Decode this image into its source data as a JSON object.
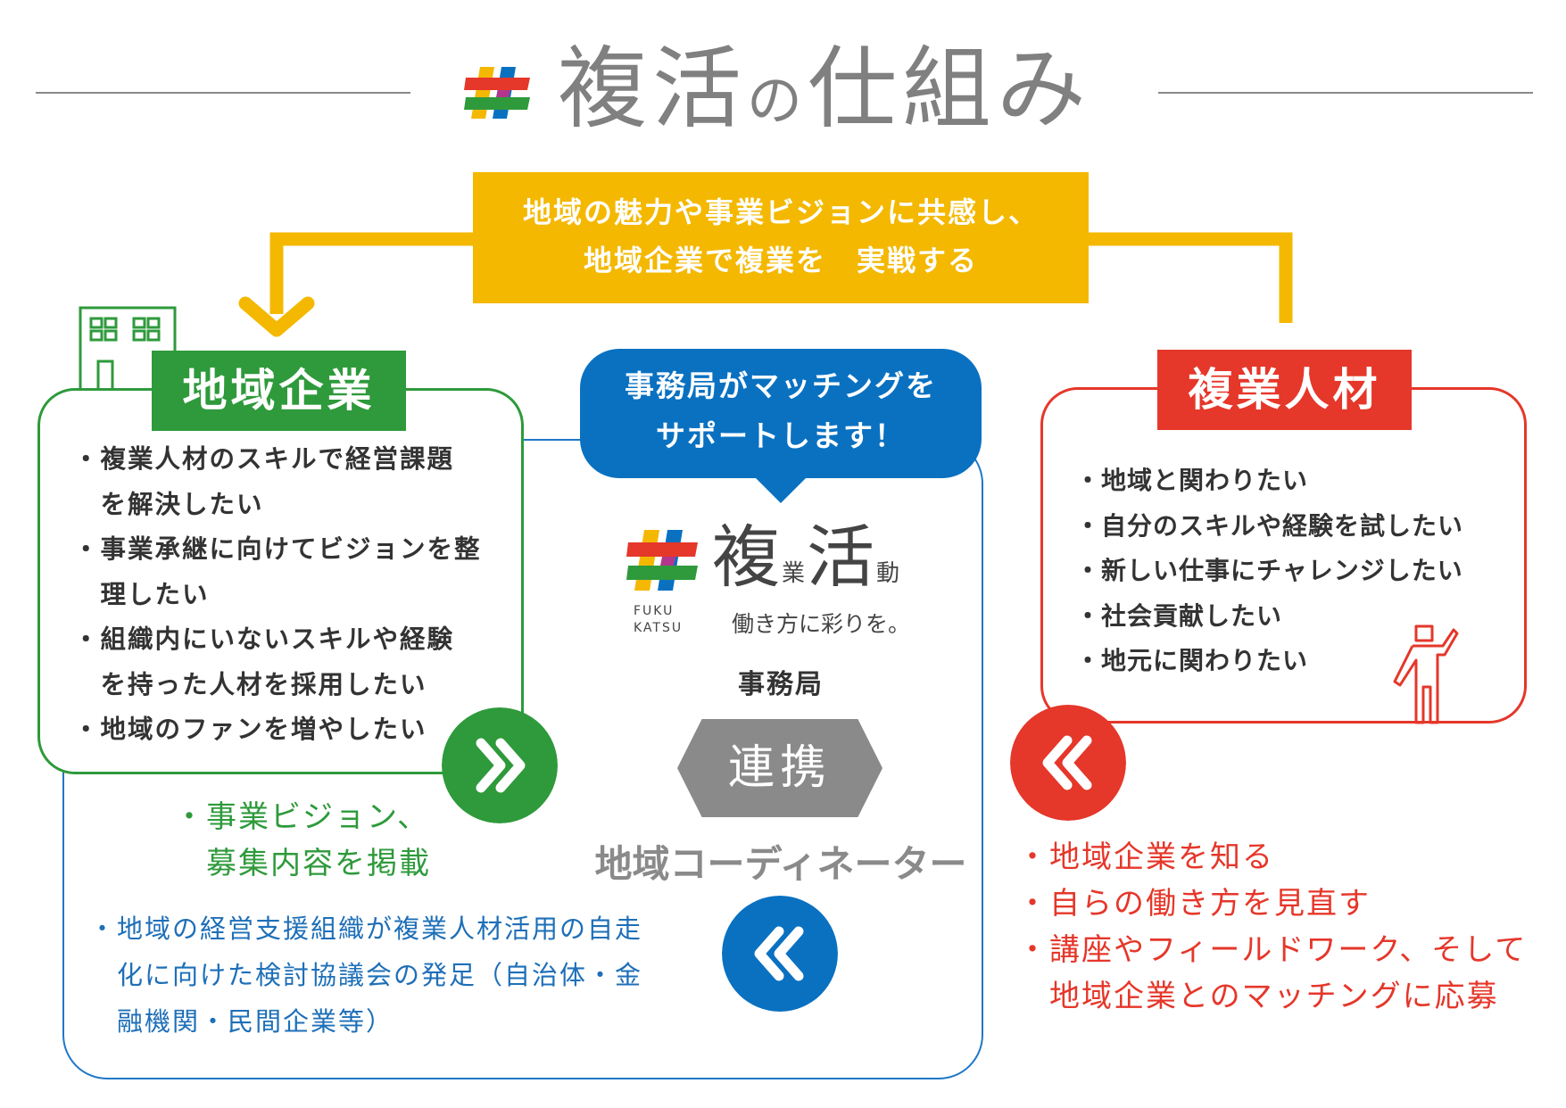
{
  "title": {
    "main_a": "複活",
    "no": "の",
    "main_b": "仕組み"
  },
  "banner": {
    "line1": "地域の魅力や事業ビジョンに共感し、",
    "line2": "地域企業で複業を　実戦する"
  },
  "local_company": {
    "label": "地域企業",
    "items": [
      "・複業人材のスキルで経営課題",
      "　を解決したい",
      "・事業承継に向けてビジョンを整",
      "　理したい",
      "・組織内にいないスキルや経験",
      "　を持った人材を採用したい",
      "・地域のファンを増やしたい"
    ]
  },
  "talent": {
    "label": "複業人材",
    "items": [
      "・地域と関わりたい",
      "・自分のスキルや経験を試したい",
      "・新しい仕事にチャレンジしたい",
      "・社会貢献したい",
      "・地元に関わりたい"
    ]
  },
  "bubble": {
    "line1": "事務局がマッチングを",
    "line2": "サポートします！"
  },
  "logo": {
    "char1": "複",
    "char2": "業",
    "char3": "活",
    "char4": "動",
    "tagline": "働き方に彩りを。",
    "sub1": "FUKU",
    "sub2": "KATSU"
  },
  "secretariat": "事務局",
  "cooperation": "連携",
  "coordinator": "地域コーディネーター",
  "green_note": {
    "line1": "・事業ビジョン、",
    "line2": "　募集内容を掲載"
  },
  "blue_note": {
    "line1": "・地域の経営支援組織が複業人材活用の自走",
    "line2": "　化に向けた検討協議会の発足（自治体・金",
    "line3": "　融機関・民間企業等）"
  },
  "red_note": {
    "line1": "・地域企業を知る",
    "line2": "・自らの働き方を見直す",
    "line3": "・講座やフィールドワーク、そして",
    "line4": "　地域企業とのマッチングに応募"
  },
  "colors": {
    "green": "#2e9a3b",
    "red": "#e5372a",
    "blue": "#0a71c1",
    "yellow": "#f4b800",
    "gray": "#8a8a8a"
  },
  "icons": [
    "hashtag-logo-icon",
    "building-icon",
    "person-icon",
    "double-chevron-right-icon",
    "double-chevron-left-icon"
  ]
}
